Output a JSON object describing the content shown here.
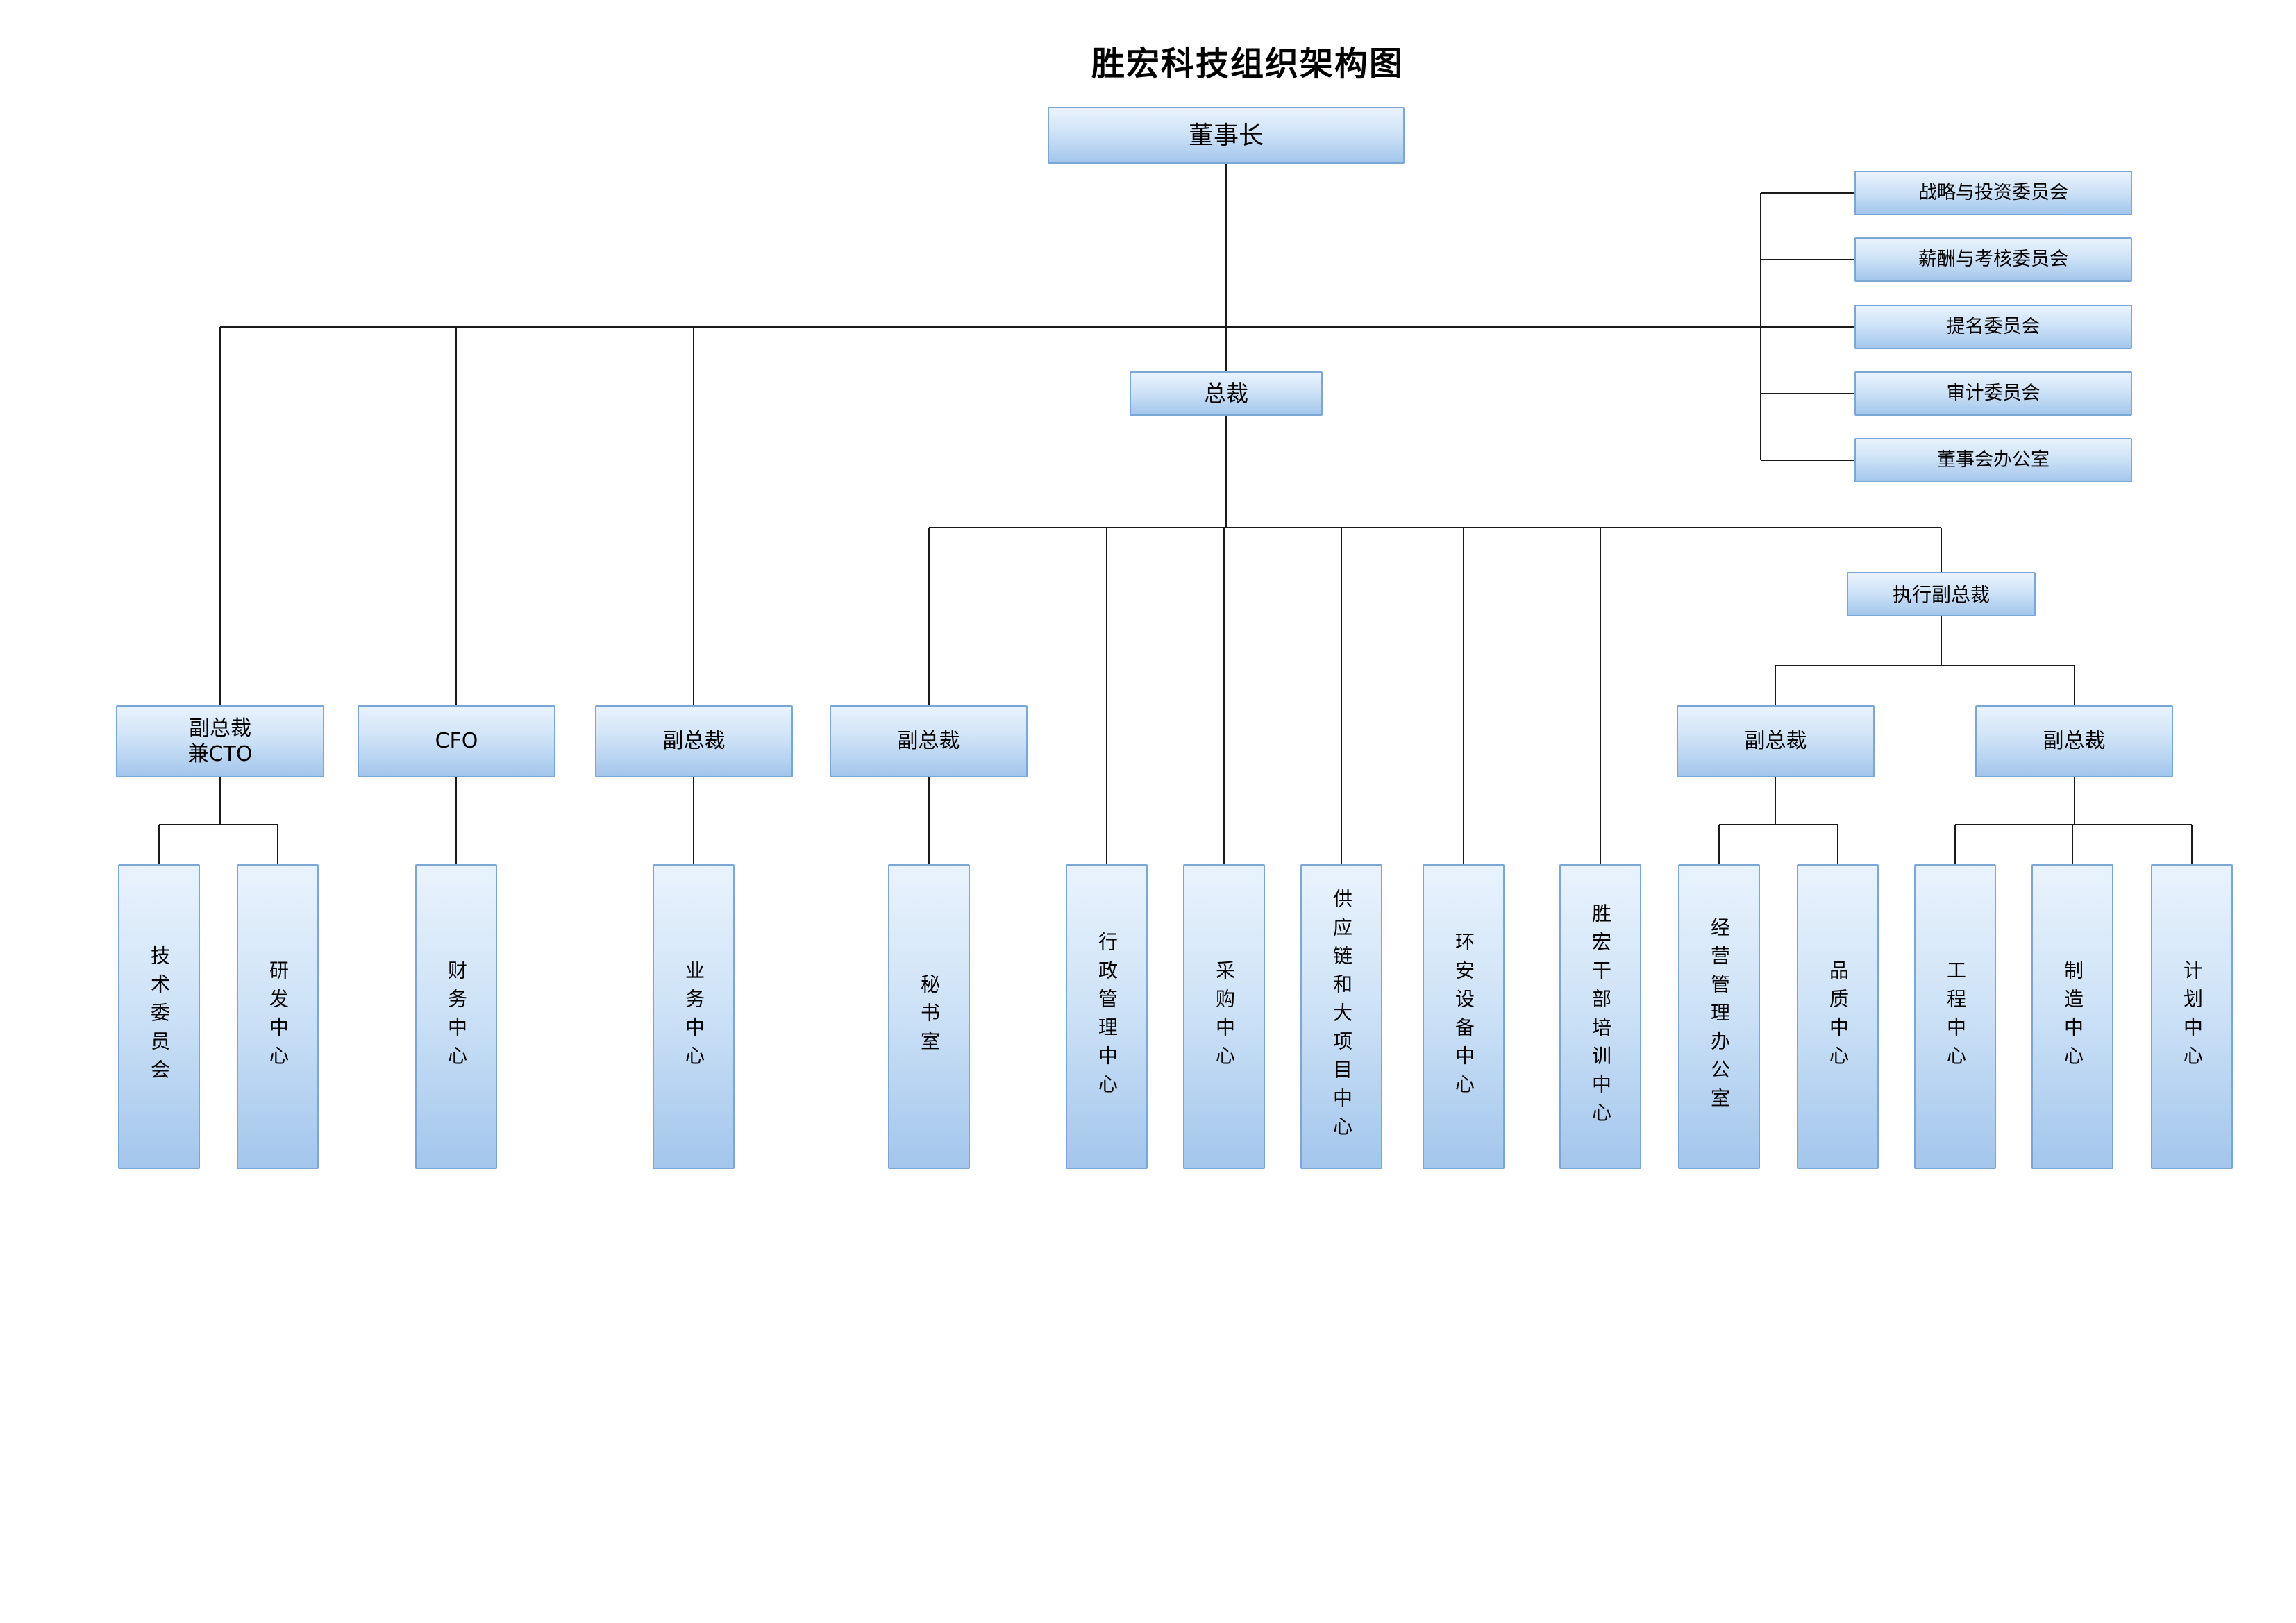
{
  "title": "胜宏科技组织架构图",
  "org": {
    "chairman": "董事长",
    "president": "总裁",
    "committees": [
      "战略与投资委员会",
      "薪酬与考核委员会",
      "提名委员会",
      "审计委员会",
      "董事会办公室"
    ],
    "executives": {
      "vp_cto": "副总裁\n兼CTO",
      "cfo": "CFO",
      "vp_business": "副总裁",
      "vp_secretary": "副总裁",
      "exec_vp": "执行副总裁",
      "vp_operations": "副总裁",
      "vp_manufacturing": "副总裁"
    },
    "departments": [
      "技术委员会",
      "研发中心",
      "财务中心",
      "业务中心",
      "秘书室",
      "行政管理中心",
      "采购中心",
      "供应链和大项目中心",
      "环安设备中心",
      "胜宏干部培训中心",
      "经营管理办公室",
      "品质中心",
      "工程中心",
      "制造中心",
      "计划中心"
    ]
  },
  "colors": {
    "box_border": "#7ba7d7",
    "box_gradient_top": "#e9f3fd",
    "box_gradient_bottom": "#a3c6ec",
    "connector_line": "#1a1a1a",
    "text": "#000000"
  }
}
